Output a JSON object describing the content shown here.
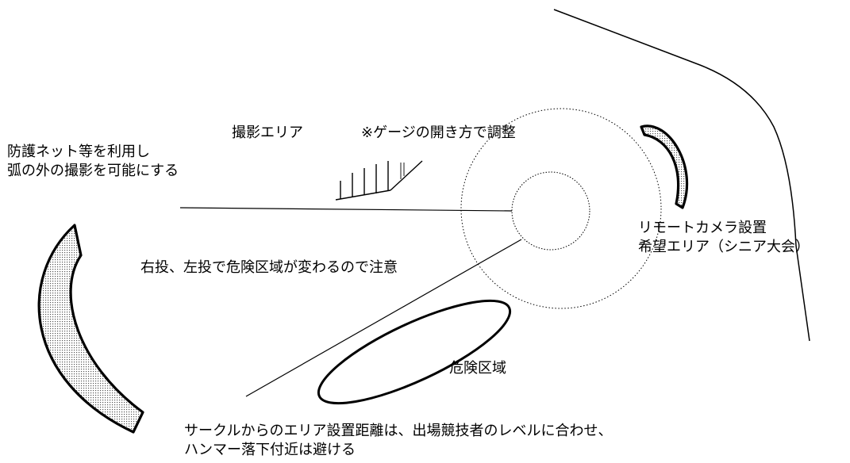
{
  "colors": {
    "line": "#000000",
    "background": "#ffffff",
    "hatch_fill": "#cfcfcf"
  },
  "labels": {
    "photo_area": "撮影エリア",
    "gauge_note": "※ゲージの開き方で調整",
    "net_note": {
      "line1": "防護ネット等を利用し",
      "line2": "弧の外の撮影を可能にする"
    },
    "remote_camera": {
      "line1": "リモートカメラ設置",
      "line2": "希望エリア（シニア大会）"
    },
    "throw_note": "右投、左投で危険区域が変わるので注意",
    "danger_zone": "危険区域",
    "distance_note": {
      "line1": "サークルからのエリア設置距離は、出場競技者のレベルに合わせ、",
      "line2": "ハンマー落下付近は避ける"
    }
  }
}
